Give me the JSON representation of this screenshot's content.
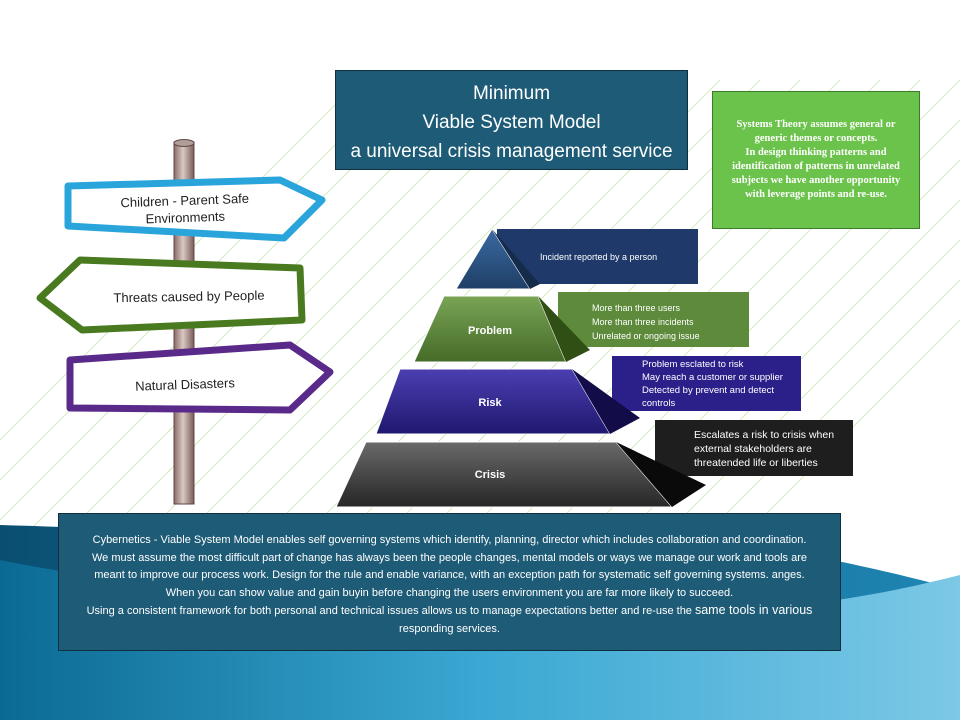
{
  "title": {
    "lines": [
      "Minimum",
      "Viable System Model",
      "a universal crisis management service"
    ]
  },
  "note": {
    "lines": [
      "Systems Theory assumes general or",
      "generic themes or concepts.",
      "In design thinking patterns and",
      "identification of patterns in unrelated",
      "subjects we have another opportunity",
      "with leverage points and re-use."
    ]
  },
  "signs": [
    {
      "label": "Children - Parent Safe Environments",
      "color": "#29a5dc"
    },
    {
      "label": "Threats caused by People",
      "color": "#4a7a1f"
    },
    {
      "label": "Natural Disasters",
      "color": "#5a2a8a"
    }
  ],
  "pyramid": {
    "levels": [
      {
        "label": "",
        "side_text": [
          "Incident reported by a person"
        ],
        "color": "#2b4f80"
      },
      {
        "label": "Problem",
        "side_text": [
          "More than three users",
          "More than three incidents",
          "Unrelated or ongoing issue"
        ],
        "color": "#5d8a3b"
      },
      {
        "label": "Risk",
        "side_text": [
          "Problem esclated to risk",
          "May reach a customer or supplier",
          "Detected by prevent and detect",
          "controls"
        ],
        "color": "#2b1f8a"
      },
      {
        "label": "Crisis",
        "side_text": [
          "Escalates a risk to crisis when",
          "external stakeholders are",
          "threatended life or liberties"
        ],
        "color": "#333333"
      }
    ]
  },
  "bottom": {
    "line1": "Cybernetics - Viable System Model enables self governing systems which identify, planning, director which includes collaboration and coordination.",
    "line2": "We must assume the most difficult part of change has always been the people changes, mental models or ways we manage our work and tools are",
    "line3": "meant to improve our process work. Design for the rule and enable variance, with an exception path for systematic self governing systems. anges.",
    "line4": "When you can show value and gain buyin before changing the users environment you are far more likely to succeed.",
    "line5_a": "Using a consistent framework for both personal and technical issues allows us to manage expectations better and re-use the ",
    "line5_b": "same tools in various",
    "line6": "responding services."
  },
  "colors": {
    "title_bg": "#1e5b76",
    "note_bg": "#6cc34c",
    "wave_light": "#4fb3d9",
    "wave_dark": "#0b5f86"
  }
}
